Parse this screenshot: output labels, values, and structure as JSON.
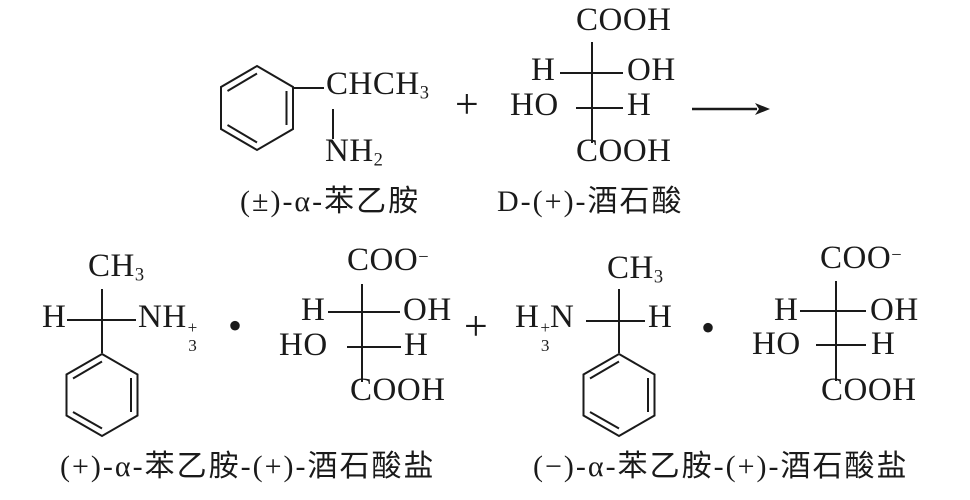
{
  "ink": "#1a1a1a",
  "background": "#ffffff",
  "top": {
    "plus": "+",
    "amine": {
      "chch3": {
        "base": "CHCH",
        "sub": "3"
      },
      "nh2": {
        "base": "NH",
        "sub": "2"
      },
      "label": "(±)-α-苯乙胺"
    },
    "tartaric": {
      "top_group": "COOH",
      "row1_left": "H",
      "row1_right": "OH",
      "row2_left": "HO",
      "row2_right": "H",
      "bottom_group": "COOH",
      "label": "D-(+)-酒石酸"
    }
  },
  "bottom": {
    "dot": "•",
    "plus": "+",
    "salt_plus": {
      "ch3": {
        "base": "CH",
        "sub": "3"
      },
      "h_left": "H",
      "nh3": {
        "base": "NH",
        "sup": "+",
        "sub": "3"
      },
      "label": "(+)-α-苯乙胺-(+)-酒石酸盐"
    },
    "tartrate1": {
      "coo": {
        "base": "COO",
        "sup": "−"
      },
      "row1_left": "H",
      "row1_right": "OH",
      "row2_left": "HO",
      "row2_right": "H",
      "bottom_group": "COOH"
    },
    "salt_minus": {
      "ch3": {
        "base": "CH",
        "sub": "3"
      },
      "h3n": {
        "pre": "H",
        "sup": "+",
        "sub": "3",
        "post": "N"
      },
      "h_right": "H",
      "label": "(−)-α-苯乙胺-(+)-酒石酸盐"
    },
    "tartrate2": {
      "coo": {
        "base": "COO",
        "sup": "−"
      },
      "row1_left": "H",
      "row1_right": "OH",
      "row2_left": "HO",
      "row2_right": "H",
      "bottom_group": "COOH"
    }
  }
}
